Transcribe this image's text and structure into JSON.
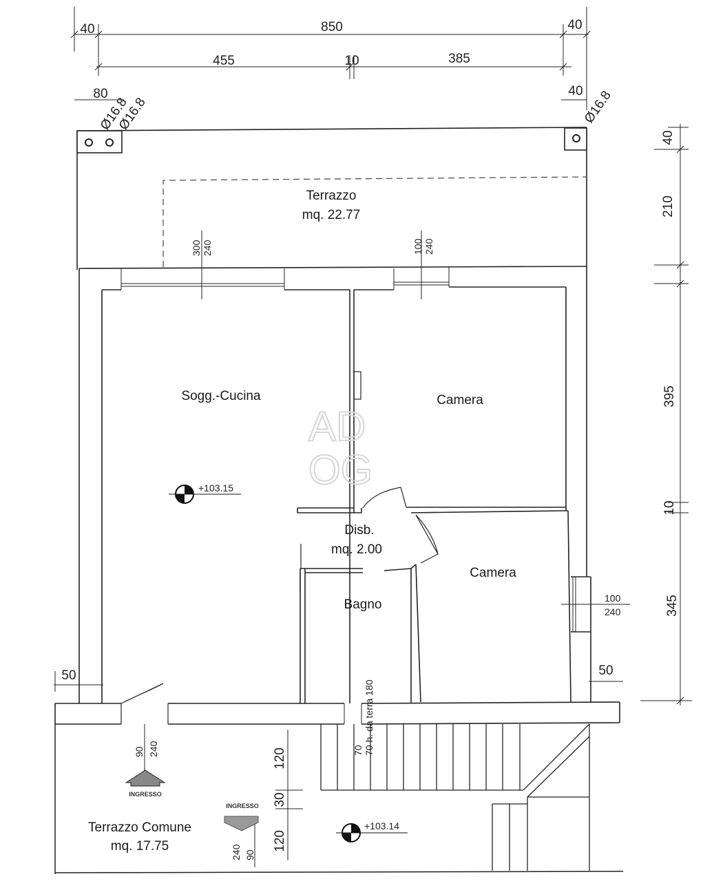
{
  "dimensions": {
    "top_row1": [
      "40",
      "850",
      "40"
    ],
    "top_row2": [
      "455",
      "10",
      "385"
    ],
    "top_row3": [
      "80",
      "40"
    ],
    "columns": [
      "Ø16.8",
      "Ø16.8",
      "Ø16.8"
    ],
    "right_side": [
      "40",
      "210",
      "395",
      "10",
      "345"
    ],
    "side_left": "50",
    "side_right": "50",
    "window_kitchen": [
      "300",
      "240"
    ],
    "window_camera1": [
      "100",
      "240"
    ],
    "window_camera2": [
      "100",
      "240"
    ],
    "door_entry": [
      "90",
      "240"
    ],
    "door_common": [
      "240",
      "90"
    ],
    "bathroom_window": [
      "70",
      "70 h. da terra 180"
    ],
    "stairs_left": [
      "120",
      "30",
      "120"
    ]
  },
  "rooms": {
    "terrazzo_name": "Terrazzo",
    "terrazzo_area": "mq. 22.77",
    "soggiorno": "Sogg.-Cucina",
    "camera1": "Camera",
    "camera2": "Camera",
    "disb_name": "Disb.",
    "disb_area": "mq. 2.00",
    "bagno": "Bagno",
    "comune_name": "Terrazzo Comune",
    "comune_area": "mq. 17.75"
  },
  "levels": {
    "interior": "+103.15",
    "common": "+103.14"
  },
  "entrances": {
    "main": "INGRESSO",
    "common": "INGRESSO"
  },
  "watermark": [
    "AD",
    "OG"
  ]
}
